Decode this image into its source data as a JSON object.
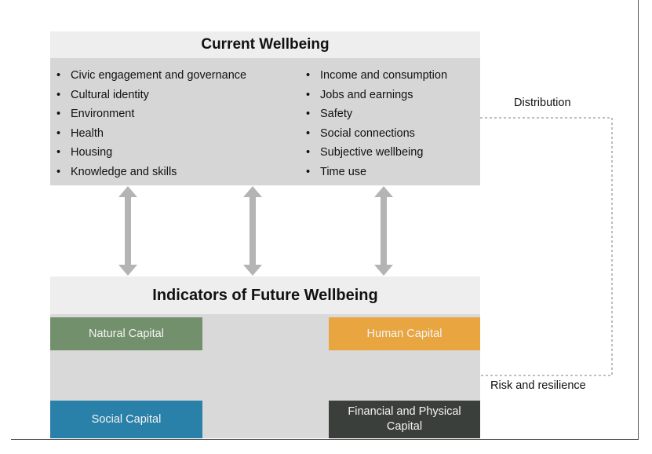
{
  "current": {
    "title": "Current Wellbeing",
    "left_items": [
      "Civic engagement and governance",
      "Cultural identity",
      "Environment",
      "Health",
      "Housing",
      "Knowledge and skills"
    ],
    "right_items": [
      "Income and consumption",
      "Jobs and earnings",
      "Safety",
      "Social connections",
      "Subjective wellbeing",
      "Time use"
    ],
    "bullet": "•"
  },
  "labels": {
    "distribution": "Distribution",
    "risk": "Risk and resilience"
  },
  "future": {
    "title": "Indicators of Future Wellbeing",
    "natural": "Natural Capital",
    "human": "Human Capital",
    "social": "Social Capital",
    "financial": "Financial and Physical Capital"
  },
  "colors": {
    "natural": "#72906b",
    "human": "#e8a540",
    "social": "#2980a8",
    "financial": "#3b3f3c",
    "arrow": "#b4b4b4",
    "connector": "#999999"
  }
}
